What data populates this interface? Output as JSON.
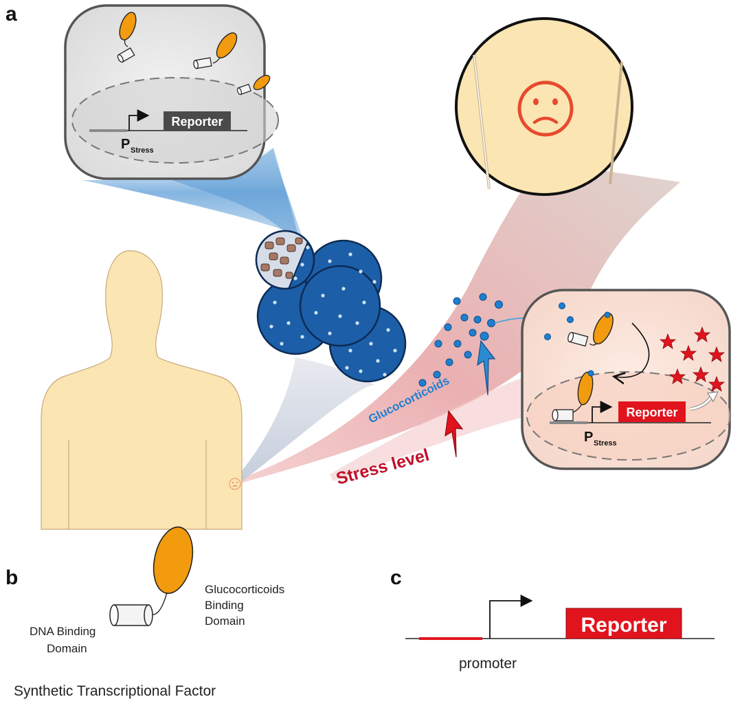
{
  "panels": {
    "a": "a",
    "b": "b",
    "c": "c"
  },
  "panel_a": {
    "top_cell": {
      "reporter_label": "Reporter",
      "promoter_main": "P",
      "promoter_sub": "Stress"
    },
    "right_cell": {
      "reporter_label": "Reporter",
      "promoter_main": "P",
      "promoter_sub": "Stress"
    },
    "glucocorticoids_label": "Glucocorticoids",
    "stress_label": "Stress level",
    "colors": {
      "reporter_active": "#e1141e",
      "reporter_inactive": "#4a4a4a",
      "glucocorticoid": "#1e7fd0",
      "stress": "#c0102a",
      "tf_oval": "#f29b0e",
      "skin": "#fbe5b2"
    }
  },
  "panel_b": {
    "gbd_label": [
      "Glucocorticoids",
      "Binding",
      "Domain"
    ],
    "dbd_label": [
      "DNA Binding",
      "Domain"
    ],
    "title": "Synthetic Transcriptional Factor"
  },
  "panel_c": {
    "reporter_label": "Reporter",
    "promoter_label": "promoter"
  }
}
